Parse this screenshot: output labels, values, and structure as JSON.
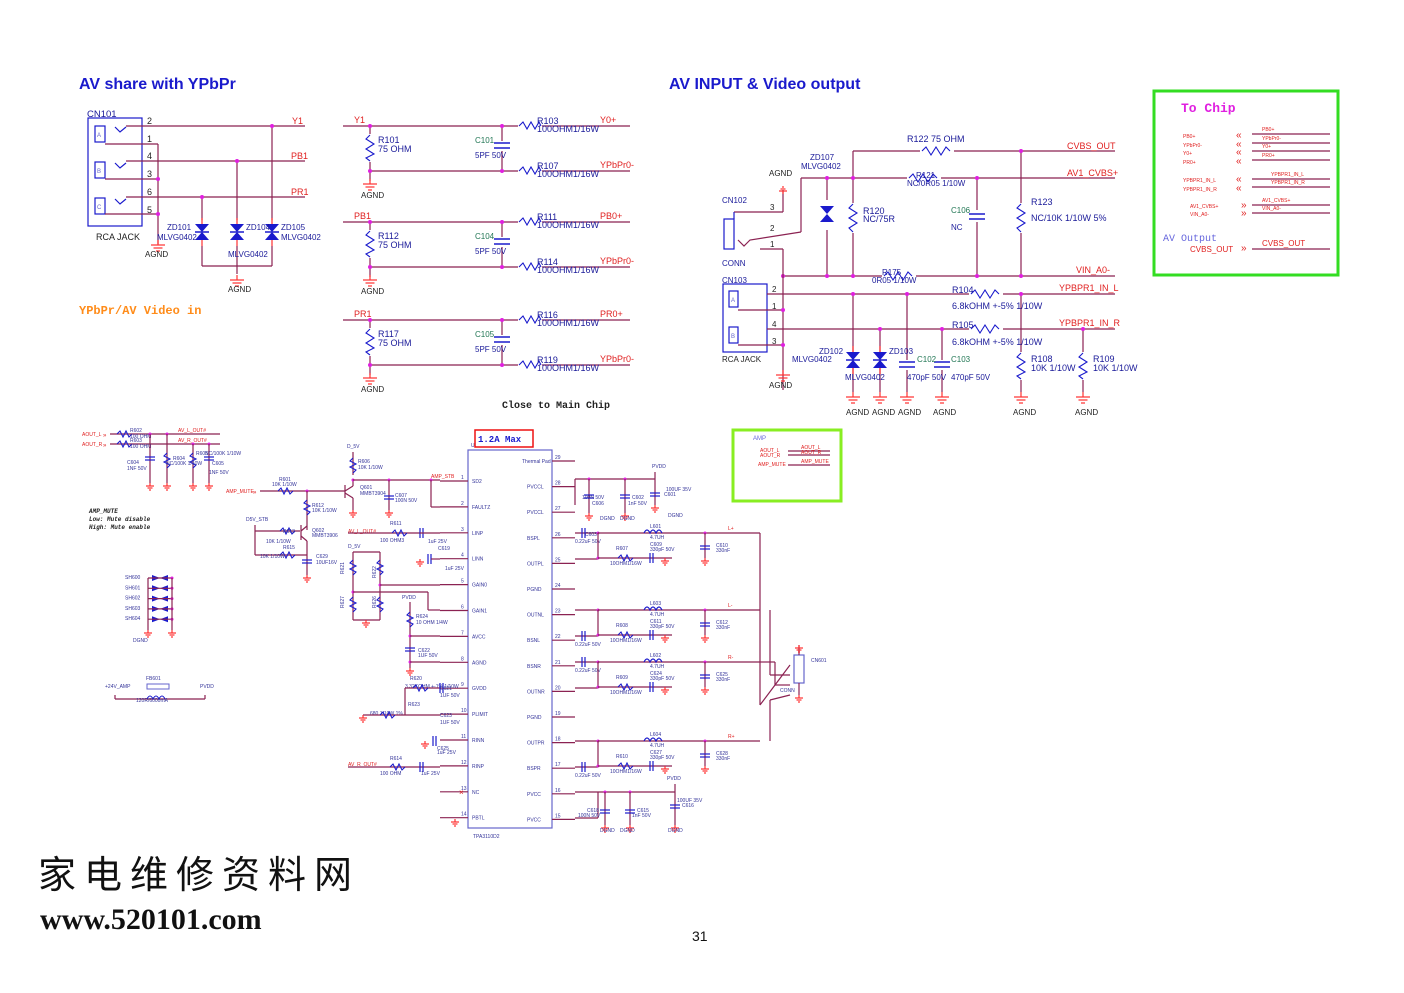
{
  "page": {
    "number": "31"
  },
  "sections": {
    "av_share": {
      "title": "AV share with YPbPr",
      "subtitle": "YPbPr/AV Video in"
    },
    "av_input": {
      "title": "AV INPUT &  Video output"
    },
    "close_note": "Close to Main Chip",
    "to_chip": {
      "title": "To Chip",
      "left_labels": [
        "PB0+",
        "YPbPr0-",
        "Y0+",
        "PR0+",
        "YPBPR1_IN_L",
        "YPBPR1_IN_R",
        "AV1_CVBS+",
        "VIN_A0-"
      ],
      "right_labels": [
        "PB0+",
        "YPbPr0-",
        "Y0+",
        "PR0+",
        "YPBPR1_IN_L",
        "YPBPR1_IN_R",
        "AV1_CVBS+",
        "VIN_A0-"
      ],
      "output_title": "AV Output",
      "output_left": "CVBS_OUT",
      "output_right": "CVBS_OUT"
    },
    "amp_box": {
      "title": "AMP",
      "left_labels": [
        "AOUT_L",
        "AOUT_R",
        "AMP_MUTE"
      ],
      "right_labels": [
        "AOUT_L",
        "AOUT_R",
        "AMP_MUTE"
      ]
    },
    "amp_note": {
      "title": "AMP_MUTE",
      "low": "Low:  Mute disable",
      "high": "High: Mute enable"
    },
    "current_note": "1.2A Max"
  },
  "cn101": {
    "ref": "CN101",
    "type": "RCA JACK",
    "pins": [
      "2",
      "1",
      "4",
      "3",
      "6",
      "5"
    ],
    "slots": [
      "A",
      "B",
      "C"
    ],
    "nets": [
      "Y1",
      "PB1",
      "PR1"
    ],
    "diodes": [
      {
        "ref": "ZD101",
        "part": "MLVG0402"
      },
      {
        "ref": "ZD104",
        "part": "MLVG0402"
      },
      {
        "ref": "ZD105",
        "part": "MLVG0402"
      }
    ],
    "gnd": "AGND"
  },
  "filters": [
    {
      "in": "Y1",
      "rshunt": "R101",
      "rval": "75 OHM",
      "cap": "C101",
      "cval": "5PF 50V",
      "r1": "R103",
      "r1val": "100OHM1/16W",
      "out1": "Y0+",
      "r2": "R107",
      "r2val": "100OHM1/16W",
      "out2": "YPbPr0-",
      "gnd": "AGND"
    },
    {
      "in": "PB1",
      "rshunt": "R112",
      "rval": "75 OHM",
      "cap": "C104",
      "cval": "5PF 50V",
      "r1": "R111",
      "r1val": "100OHM1/16W",
      "out1": "PB0+",
      "r2": "R114",
      "r2val": "100OHM1/16W",
      "out2": "YPbPr0-",
      "gnd": "AGND"
    },
    {
      "in": "PR1",
      "rshunt": "R117",
      "rval": "75 OHM",
      "cap": "C105",
      "cval": "5PF 50V",
      "r1": "R116",
      "r1val": "100OHM1/16W",
      "out1": "PR0+",
      "r2": "R119",
      "r2val": "100OHM1/16W",
      "out2": "YPbPr0-",
      "gnd": "AGND"
    }
  ],
  "av_input": {
    "cn102": {
      "ref": "CN102",
      "type": "CONN",
      "pins": [
        "3",
        "2",
        "1"
      ]
    },
    "cn103": {
      "ref": "CN103",
      "type": "RCA JACK",
      "pins": [
        "2",
        "1",
        "4",
        "3"
      ],
      "slots": [
        "A",
        "B"
      ]
    },
    "agnd": "AGND",
    "zd107": {
      "ref": "ZD107",
      "part": "MLVG0402"
    },
    "r122": "R122 75 OHM",
    "r121": {
      "ref": "R121",
      "val": "NC/0R05 1/10W"
    },
    "r120": {
      "ref": "R120",
      "val": "NC/75R"
    },
    "c106": {
      "ref": "C106",
      "val": "NC"
    },
    "r123": {
      "ref": "R123",
      "val": "NC/10K 1/10W 5%"
    },
    "r175": {
      "ref": "R175",
      "val": "0R05 1/10W"
    },
    "r104": {
      "ref": "R104",
      "val": "6.8kOHM +-5% 1/10W"
    },
    "r105": {
      "ref": "R105",
      "val": "6.8kOHM +-5% 1/10W"
    },
    "zd102": {
      "ref": "ZD102",
      "part": "MLVG0402"
    },
    "zd103": {
      "ref": "ZD103",
      "part": "MLVG0402"
    },
    "c102": {
      "ref": "C102",
      "val": "470pF 50V"
    },
    "c103": {
      "ref": "C103",
      "val": "470pF 50V"
    },
    "r108": {
      "ref": "R108",
      "val": "10K 1/10W"
    },
    "r109": {
      "ref": "R109",
      "val": "10K 1/10W"
    },
    "nets": {
      "cvbs_out": "CVBS_OUT",
      "av1": "AV1_CVBS+",
      "vin": "VIN_A0-",
      "inl": "YPBPR1_IN_L",
      "inr": "YPBPR1_IN_R"
    }
  },
  "amp": {
    "ic": {
      "ref": "U601",
      "part": "TPA3110D2"
    },
    "left_pins": [
      {
        "n": "1",
        "name": "SD2"
      },
      {
        "n": "2",
        "name": "FAULTZ"
      },
      {
        "n": "3",
        "name": "LINP"
      },
      {
        "n": "4",
        "name": "LINN"
      },
      {
        "n": "5",
        "name": "GAIN0"
      },
      {
        "n": "6",
        "name": "GAIN1"
      },
      {
        "n": "7",
        "name": "AVCC"
      },
      {
        "n": "8",
        "name": "AGND"
      },
      {
        "n": "9",
        "name": "GVDD"
      },
      {
        "n": "10",
        "name": "PLIMIT"
      },
      {
        "n": "11",
        "name": "RINN"
      },
      {
        "n": "12",
        "name": "RINP"
      },
      {
        "n": "13",
        "name": "NC"
      },
      {
        "n": "14",
        "name": "PBTL"
      }
    ],
    "right_pins": [
      {
        "n": "29",
        "name": "Thermal Pad"
      },
      {
        "n": "28",
        "name": "PVCCL"
      },
      {
        "n": "27",
        "name": "PVCCL"
      },
      {
        "n": "26",
        "name": "BSPL"
      },
      {
        "n": "25",
        "name": "OUTPL"
      },
      {
        "n": "24",
        "name": "PGND"
      },
      {
        "n": "23",
        "name": "OUTNL"
      },
      {
        "n": "22",
        "name": "BSNL"
      },
      {
        "n": "21",
        "name": "BSNR"
      },
      {
        "n": "20",
        "name": "OUTNR"
      },
      {
        "n": "19",
        "name": "PGND"
      },
      {
        "n": "18",
        "name": "OUTPR"
      },
      {
        "n": "17",
        "name": "BSPR"
      },
      {
        "n": "16",
        "name": "PVCC"
      },
      {
        "n": "15",
        "name": "PVCC"
      }
    ],
    "labels": {
      "aout_l": "AOUT_L",
      "aout_r": "AOUT_R",
      "av_l": "AV_L_OUT#",
      "av_r": "AV_R_OUT#",
      "r602": "R602",
      "r603": "R603",
      "r60x_val": "100 OHM",
      "c604": "C604",
      "c604v": "1NF 50V",
      "r604": "R604",
      "r604v": "NC/100K 1/10W",
      "r605": "R605",
      "r605v": "NC/100K 1/10W",
      "c605": "C605",
      "c605v": "1NF 50V",
      "amp_mute": "AMP_MUTE",
      "r601": "R601",
      "r601v": "10K 1/10W",
      "r612": "R612",
      "r612v": "10K 1/10W",
      "d5v_stb": "D5V_STB",
      "r613": "R613",
      "r613v": "10K 1/10W",
      "r615": "R615",
      "r615v": "10K 1/10W",
      "q602": "Q602",
      "q602p": "MMBT3906",
      "c629": "C629",
      "c629v": "10UF16V",
      "d5v": "D_5V",
      "r606": "R606",
      "r606v": "10K 1/10W",
      "q601": "Q601",
      "q601p": "MMBT3904",
      "c607": "C607",
      "c607v": "100N 50V",
      "amp_stb": "AMP_STB",
      "r611": "R611",
      "r611v": "100 OHM3",
      "c6xx_v": "1uF 25V",
      "c619": "C619",
      "r621": "R621",
      "r622": "R622",
      "r627": "R627",
      "r626": "R626",
      "pvdd": "PVDD",
      "r624": "R624",
      "r624v": "10 OHM 1/4W",
      "c622": "C622",
      "c622v": "1UF 50V",
      "r620": "R620",
      "r620v": "3.32KOHM +-1% 1/10W",
      "r623": "R623",
      "r623v": "680 1/10W 1%",
      "c621": "C621",
      "c623": "C623",
      "c62xv": "1UF 50V",
      "c625": "C625",
      "r614": "R614",
      "r614v": "100 OHM",
      "c606": "C606",
      "c606v": "100N 50V",
      "c602": "C602",
      "c602v": "1nF 50V",
      "c601": "C601",
      "c601v": "100UF 35V",
      "dgnd": "DGND",
      "c603": "C603",
      "cbs": "0.22uF 50V",
      "l601": "L601",
      "l603": "L603",
      "l602": "L602",
      "l604": "L604",
      "lval": "4.7UH",
      "r607": "R607",
      "r608": "R608",
      "r609": "R609",
      "r610": "R610",
      "rval": "10OHM1/16W",
      "c609": "C609",
      "c611": "C611",
      "c624": "C624",
      "c627": "C627",
      "csnub": "330pF 50V",
      "c610": "C610",
      "c612": "C612",
      "c628": "C628",
      "cout": "330nF",
      "lp": "L+",
      "ln": "L-",
      "rn": "R-",
      "rp": "R+",
      "cn601": "CN601",
      "conn": "CONN",
      "c618": "C618",
      "c618v": "100N 50V",
      "c615": "C615",
      "c615v": "1nF 50V",
      "c616": "C616",
      "c616v": "100UF 35V",
      "sh": [
        "SH600",
        "SH601",
        "SH602",
        "SH603",
        "SH604"
      ],
      "v24": "+24V_AMP",
      "fb601": "FB601",
      "fb601v": "120R/6000mA"
    }
  },
  "watermark": {
    "cn": "家电维修资料网",
    "url": "www.520101.com"
  }
}
